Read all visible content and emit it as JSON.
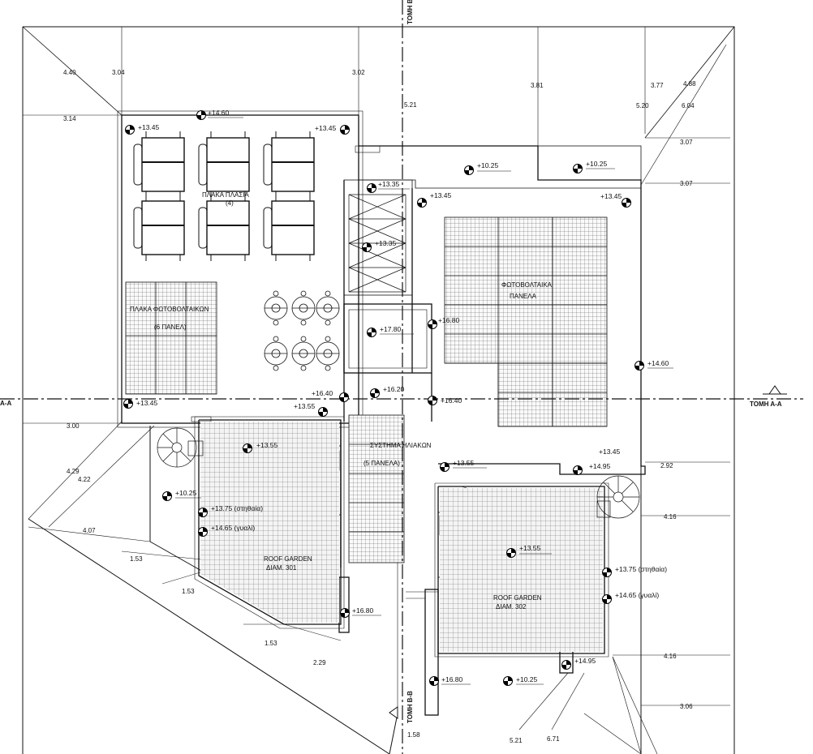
{
  "sections": {
    "a_left": "A-A",
    "a_right": "ΤΟΜΗ Α-Α",
    "b_bottom": "ΤΟΜΗ Β-Β",
    "b_top": "ΤΟΜΗ Β-Β"
  },
  "rooms": {
    "panels_upper": "ΠΛΑΚΑ ΠΛΑΣΙΑ",
    "panels_upper_count": "(4)",
    "collectors_left": "ΠΛΑΚΑ ΦΩΤΟΒΟΛΤΑΙΚΩΝ",
    "collectors_left_2": "(6 ΠΑΝΕΛ)",
    "collectors_center": "ΣΥΣΤΗΜΑ ΗΛΙΑΚΩΝ",
    "collectors_center_2": "(5 ΠΑΝΕΛΑ)",
    "collectors_right": "ΦΩΤΟΒΟΛΤΑΙΚΑ",
    "collectors_right_2": "ΠΑΝΕΛΑ",
    "roof_garden_301": "ROOF GARDEN",
    "roof_garden_301_unit": "ΔΙΑΜ. 301",
    "roof_garden_302": "ROOF GARDEN",
    "roof_garden_302_unit": "ΔΙΑΜ. 302"
  },
  "levels": {
    "l1": "+14.60",
    "l2": "+13.45",
    "l3": "+13.45",
    "l4": "+13.35",
    "l5": "+10.25",
    "l6": "+10.25",
    "l7": "+13.45",
    "l8": "+13.45",
    "l9": "+13.35",
    "l10": "+17.80",
    "l11": "+16.80",
    "l12": "+14.60",
    "l13": "+16.40",
    "l14": "+16.20",
    "l15": "+16.40",
    "l16": "+13.45",
    "l17": "+13.55",
    "l18": "+13.55",
    "l19": "+10.25",
    "l20": "+13.75 (στηθαία)",
    "l21": "+14.65 (γυαλί)",
    "l22": "+13.55",
    "l23": "+13.45",
    "l24": "+14.95",
    "l25": "+13.55",
    "l26": "+13.75 (στηθαία)",
    "l27": "+14.65 (γυαλί)",
    "l28": "+16.80",
    "l29": "+16.80",
    "l30": "+10.25",
    "l31": "+14.95"
  },
  "dims": {
    "d1": "4.40",
    "d2": "3.04",
    "d3": "3.02",
    "d4": "3.14",
    "d5": "5.21",
    "d6": "3.81",
    "d7": "3.77",
    "d8": "4.88",
    "d9": "6.04",
    "d10": "5.20",
    "d11": "3.07",
    "d12": "3.07",
    "d13": "3.00",
    "d14": "4.29",
    "d15": "4.22",
    "d16": "4.07",
    "d17": "1.53",
    "d18": "1.53",
    "d19": "1.53",
    "d20": "2.29",
    "d21": "1.58",
    "d22": "5.21",
    "d23": "6.71",
    "d24": "2.92",
    "d25": "4.16",
    "d26": "4.16",
    "d27": "3.06"
  },
  "colors": {
    "line": "#111111",
    "grid": "#555555",
    "fill_grid": "#f2f2f2"
  }
}
